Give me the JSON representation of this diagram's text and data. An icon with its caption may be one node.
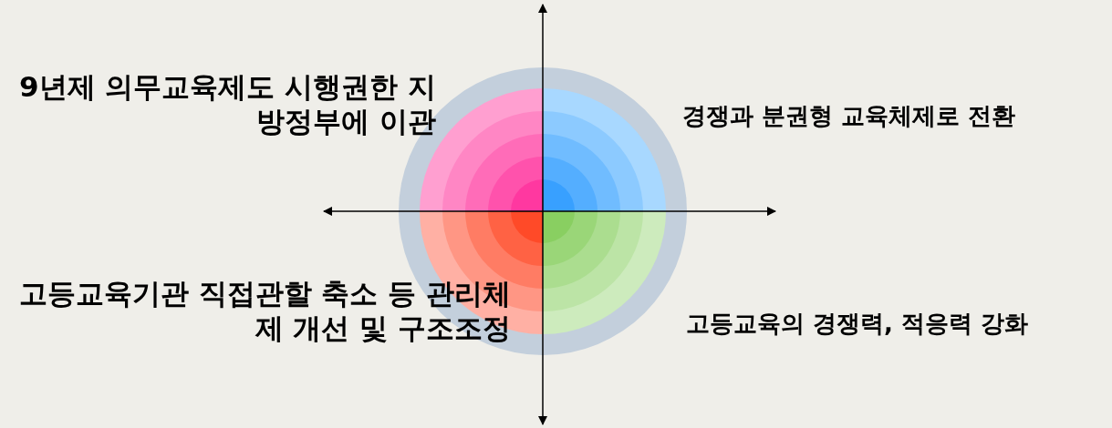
{
  "diagram": {
    "labels": [
      "9년제 의무교육제도 시행권한 지방정부에 이관",
      "경쟁과 분권형 교육체제로 전환",
      "고등교육기관 직접관할 축소 등 관리체제  개선 및 구조조정",
      "고등교육의 경쟁력, 적응력 강화"
    ]
  }
}
